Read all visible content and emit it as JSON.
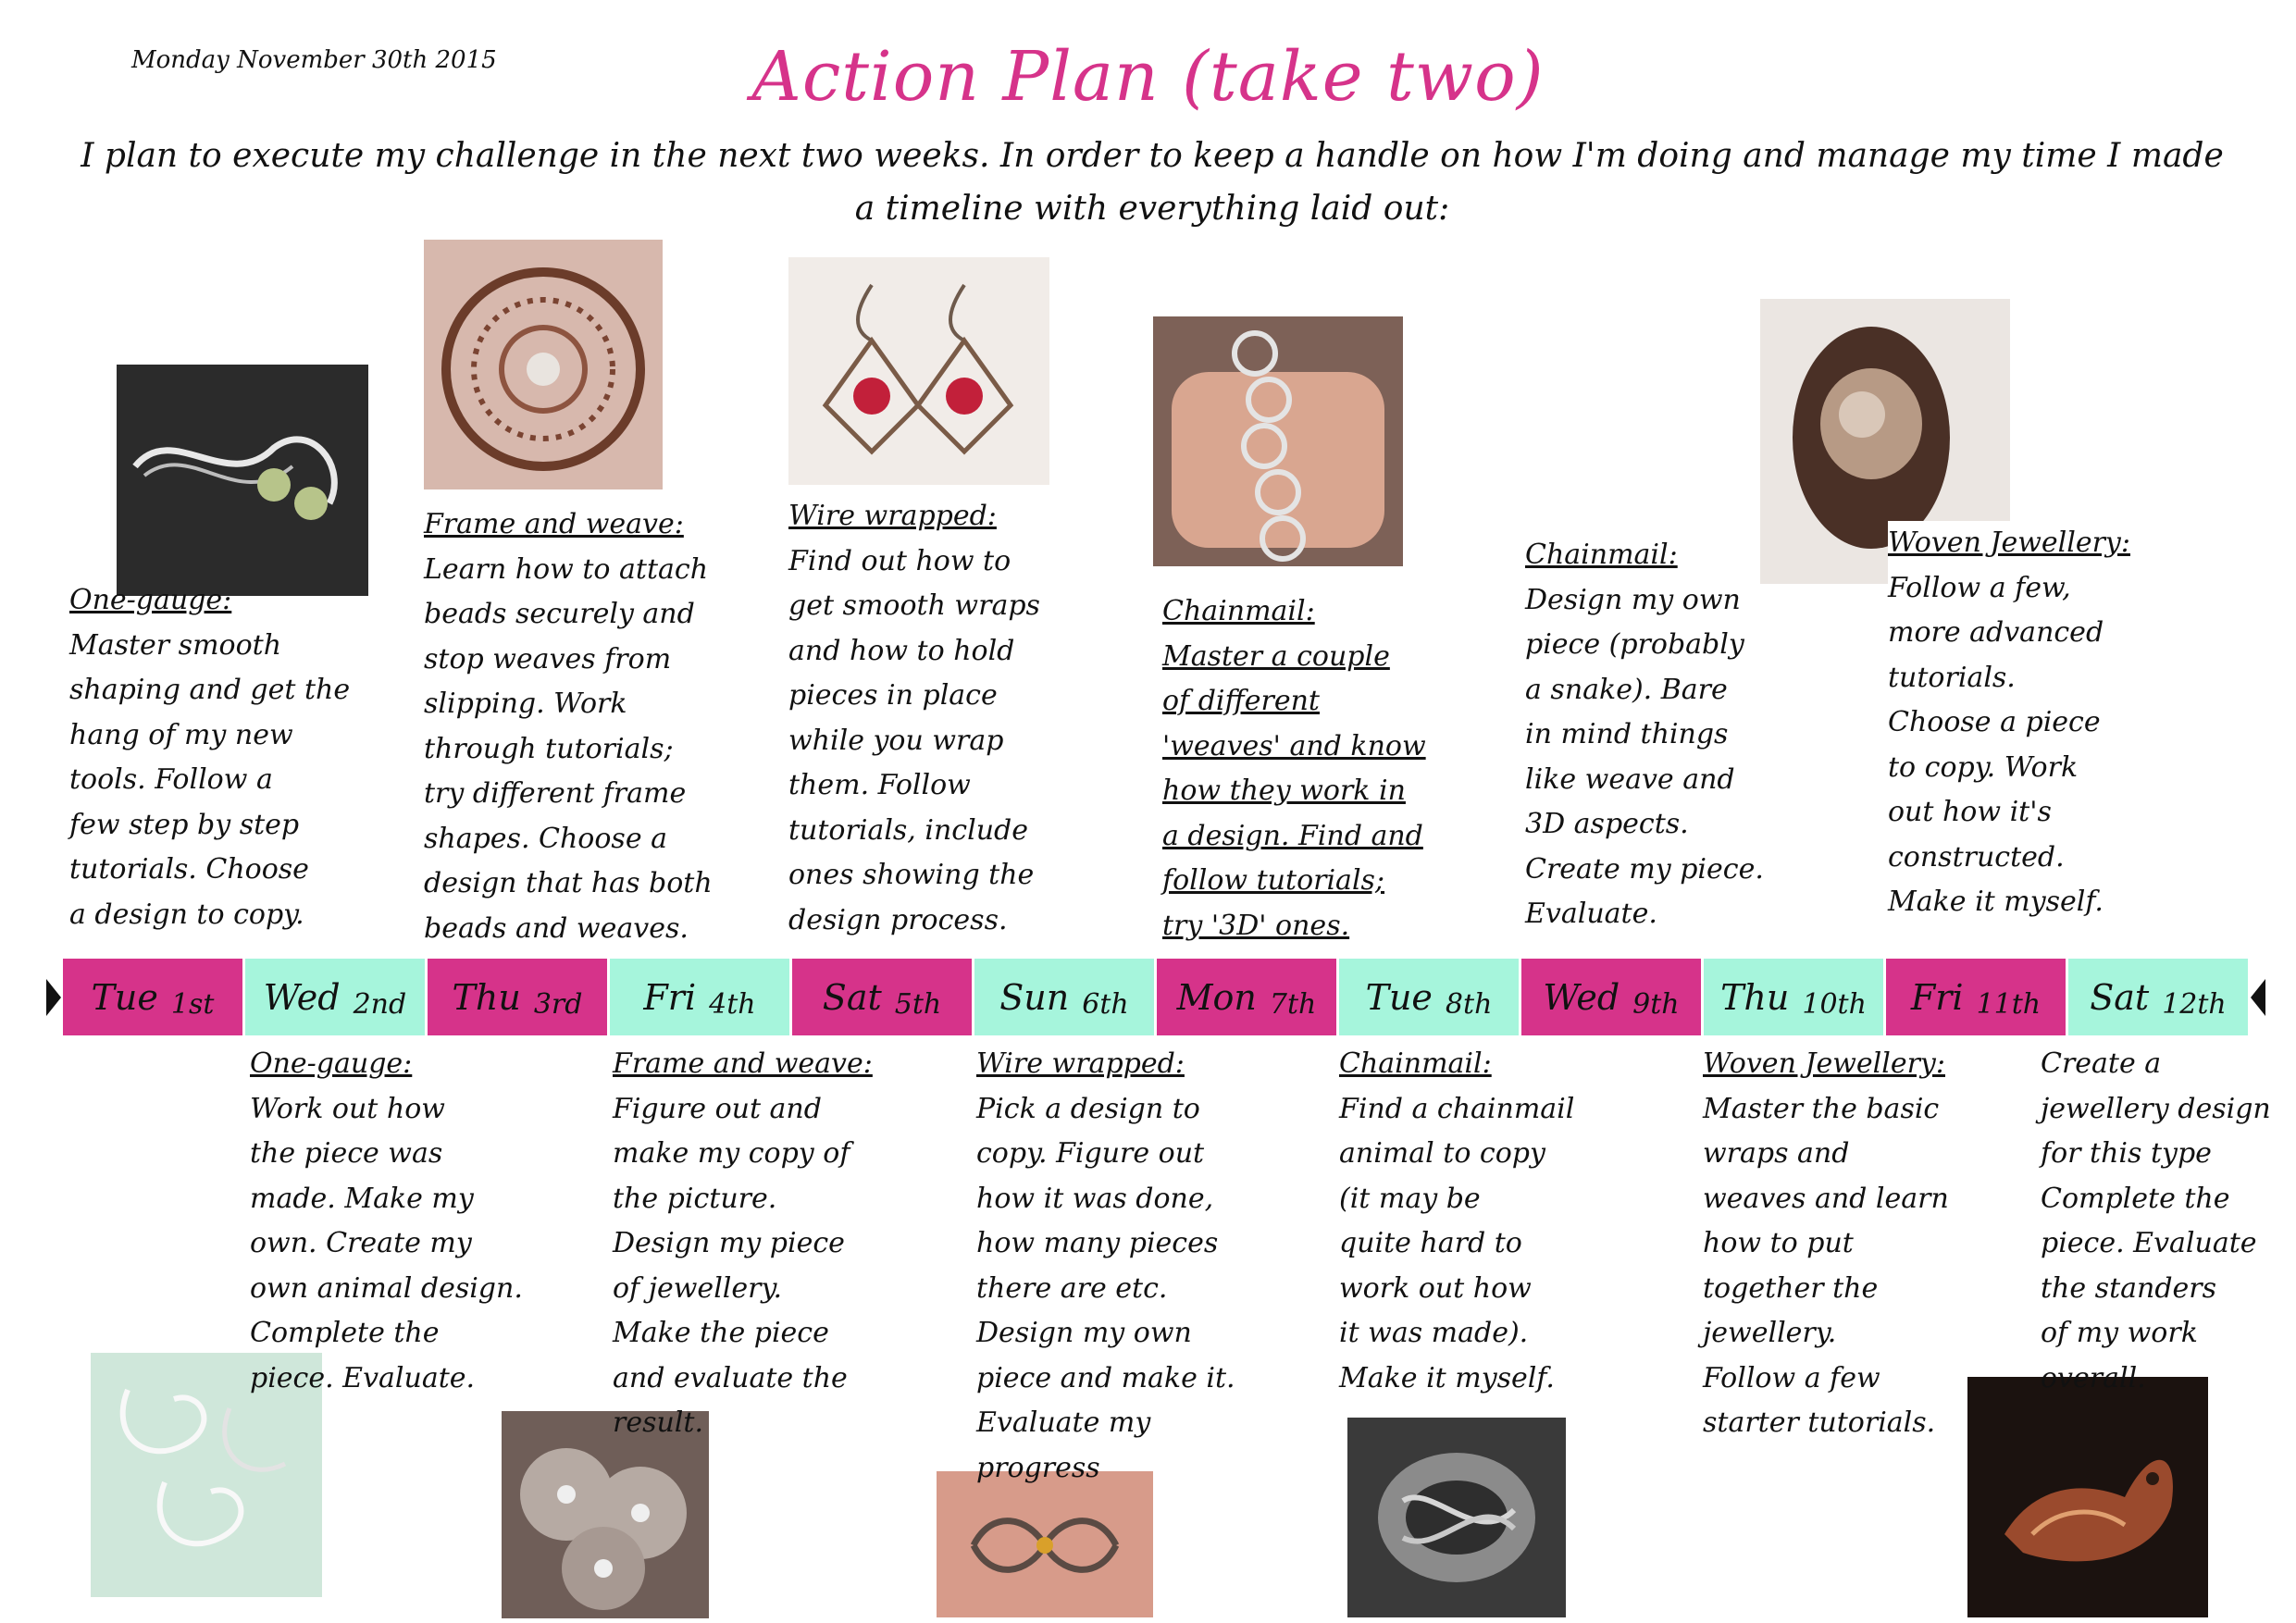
{
  "header": {
    "date": "Monday November 30th 2015",
    "title": "Action Plan (take two)",
    "intro": "I plan to execute my challenge in the next two weeks.  In order to keep a handle on how I'm doing and manage my time I made a timeline with everything laid out:"
  },
  "timeline": {
    "days": [
      {
        "label": "Tue",
        "num": "1st"
      },
      {
        "label": "Wed",
        "num": "2nd"
      },
      {
        "label": "Thu",
        "num": "3rd"
      },
      {
        "label": "Fri",
        "num": "4th"
      },
      {
        "label": "Sat",
        "num": "5th"
      },
      {
        "label": "Sun",
        "num": "6th"
      },
      {
        "label": "Mon",
        "num": "7th"
      },
      {
        "label": "Tue",
        "num": "8th"
      },
      {
        "label": "Wed",
        "num": "9th"
      },
      {
        "label": "Thu",
        "num": "10th"
      },
      {
        "label": "Fri",
        "num": "11th"
      },
      {
        "label": "Sat",
        "num": "12th"
      }
    ],
    "colors": {
      "pink": "#d6338a",
      "mint": "#a6f5dc"
    }
  },
  "notes": {
    "d1": {
      "heading": "One-gauge:",
      "lines": [
        "Master smooth",
        "shaping and get the",
        "hang of my new",
        "tools.  Follow a",
        "few step by step",
        "tutorials.  Choose",
        "a design to copy."
      ]
    },
    "d3": {
      "heading": "Frame and weave:",
      "lines": [
        "Learn how to attach",
        "beads securely and",
        "stop weaves from",
        "slipping.  Work",
        "through tutorials;",
        "try different frame",
        "shapes.  Choose a",
        "design that has both",
        "beads and weaves."
      ]
    },
    "d5": {
      "heading": "Wire wrapped:",
      "lines": [
        "Find out how to",
        "get smooth wraps",
        "and how to hold",
        "pieces in place",
        "while you wrap",
        "them.  Follow",
        "tutorials,  include",
        "ones showing the",
        "design process."
      ]
    },
    "d7": {
      "heading": "Chainmail:",
      "lines": [
        "Master a couple",
        "of different",
        "'weaves' and know",
        "how they work in",
        "a design. Find and",
        "follow tutorials;",
        "try '3D' ones."
      ]
    },
    "d9": {
      "heading": "Chainmail:",
      "lines": [
        "Design my own",
        "piece (probably",
        "a snake).  Bare",
        "in mind things",
        "like weave and",
        "3D aspects.",
        "Create my piece.",
        "Evaluate."
      ]
    },
    "d11": {
      "heading": "Woven Jewellery:",
      "lines": [
        "Follow a few,",
        "more advanced",
        "tutorials.",
        "Choose a piece",
        "to copy.  Work",
        "out how it's",
        "constructed.",
        "Make it myself."
      ]
    },
    "d2": {
      "heading": "One-gauge:",
      "lines": [
        "Work out how",
        "the piece was",
        "made. Make my",
        "own. Create my",
        "own animal design.",
        "Complete the",
        "piece. Evaluate."
      ]
    },
    "d4": {
      "heading": "Frame and weave:",
      "lines": [
        "Figure out and",
        "make my copy of",
        "the picture.",
        "Design my piece",
        "of jewellery.",
        "Make the piece",
        "and evaluate the",
        "result."
      ]
    },
    "d6": {
      "heading": "Wire wrapped:",
      "lines": [
        "Pick a design to",
        "copy.  Figure out",
        "how it was done,",
        "how many pieces",
        "there are etc.",
        "Design my own",
        "piece and make it.",
        "Evaluate my",
        "progress"
      ]
    },
    "d8": {
      "heading": "Chainmail:",
      "lines": [
        "Find a chainmail",
        "animal to copy",
        "(it may be",
        "quite hard to",
        "work out how",
        "it was made).",
        "Make it myself."
      ]
    },
    "d10": {
      "heading": "Woven Jewellery:",
      "lines": [
        "Master the basic",
        "wraps and",
        "weaves and learn",
        "how to put",
        "together the",
        "jewellery.",
        "Follow a few",
        "starter tutorials."
      ]
    },
    "d12": {
      "heading": "",
      "lines": [
        "Create a",
        "jewellery design",
        "for this type",
        "Complete the",
        "piece.  Evaluate",
        "the standers",
        "of my work",
        "overall."
      ]
    }
  },
  "photos": {
    "icons": [
      "one-gauge-snake-photo",
      "frame-weave-spiral-photo",
      "wire-wrapped-earrings-photo",
      "chainmail-bracelet-photo",
      "woven-pendant-photo",
      "one-gauge-swirl-photo",
      "frame-weave-fans-photo",
      "wire-wrapped-brooch-photo",
      "chainmail-ring-photo",
      "woven-bird-photo"
    ]
  }
}
